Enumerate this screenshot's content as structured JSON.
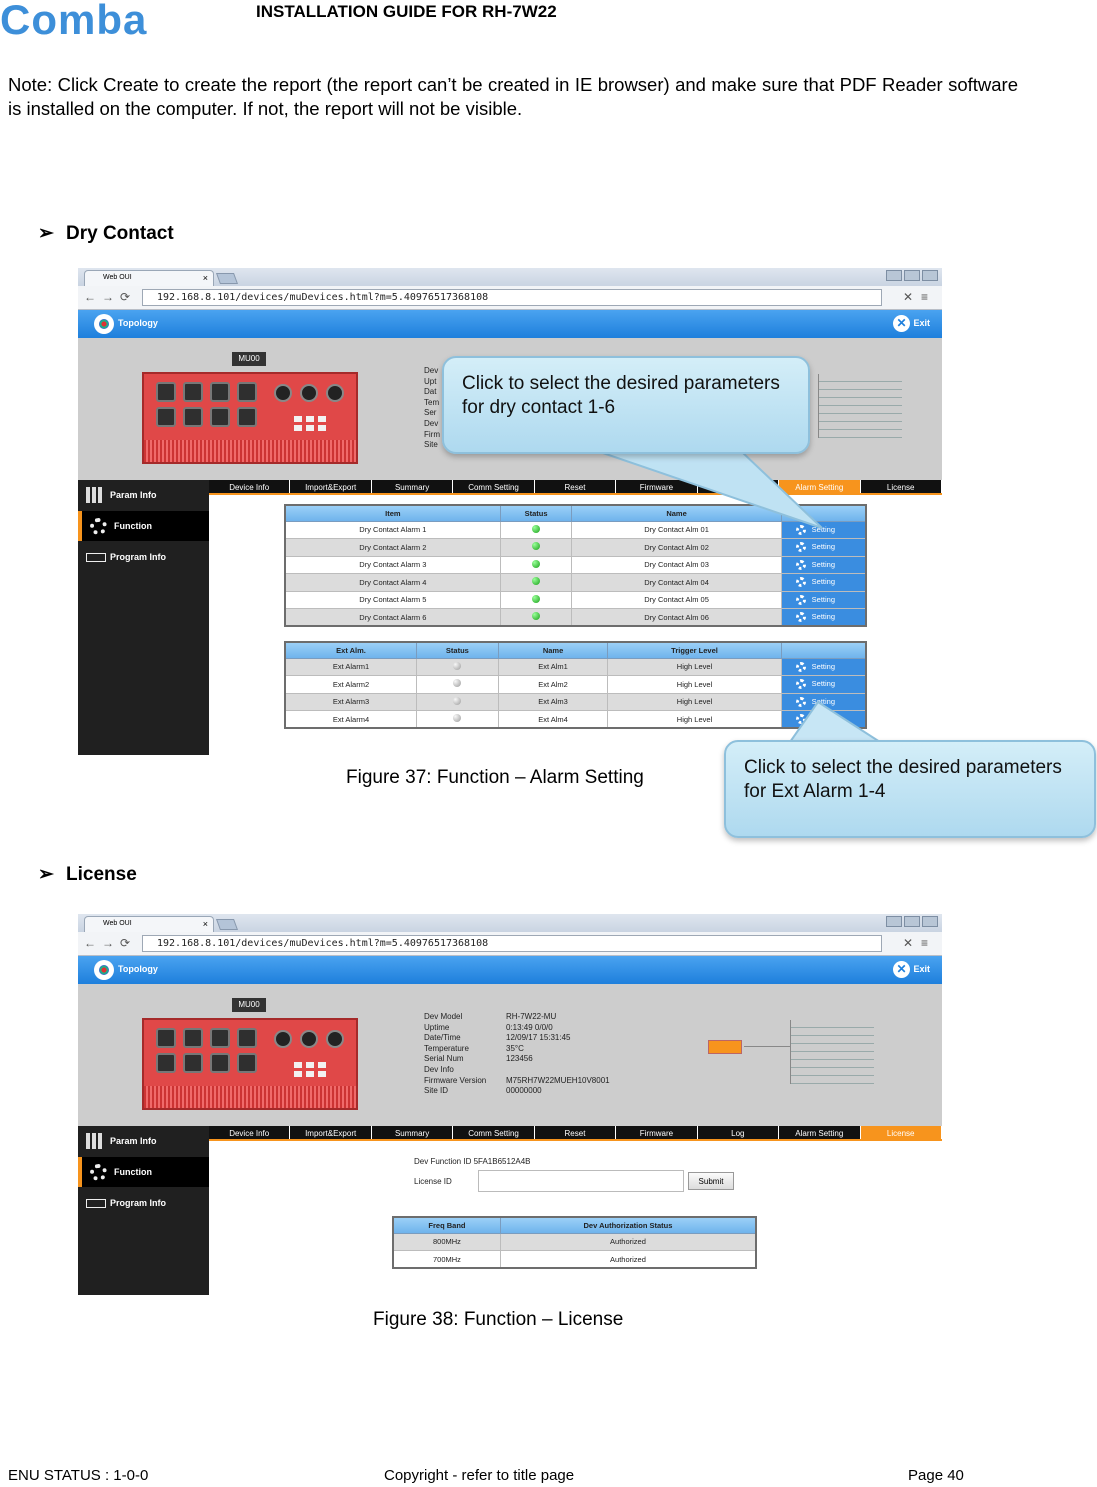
{
  "header": {
    "logo_text": "Comba",
    "title": "INSTALLATION GUIDE FOR RH-7W22"
  },
  "note": "Note: Click Create to create the report (the report can’t be created in IE browser) and make sure that PDF Reader software is installed on the computer. If not, the report will not be visible.",
  "sections": {
    "dry_contact": "Dry Contact",
    "license": "License"
  },
  "browser": {
    "tab_title": "Web OUI",
    "tab_close": "×",
    "url": "192.168.8.101/devices/muDevices.html?m=5.40976517368108",
    "topology_label": "Topology",
    "exit_label": "Exit",
    "device_label": "MU00",
    "sidebar": [
      "Param Info",
      "Function",
      "Program Info"
    ],
    "subtabs": [
      "Device Info",
      "Import&Export",
      "Summary",
      "Comm Setting",
      "Reset",
      "Firmware",
      "Log",
      "Alarm Setting",
      "License"
    ]
  },
  "figure1": {
    "devinfo_partial": [
      "Dev",
      "Upt",
      "Dat",
      "Tem",
      "Ser",
      "Dev",
      "Firm",
      "Site"
    ],
    "dry_headers": [
      "Item",
      "Status",
      "Name",
      ""
    ],
    "dry_rows": [
      [
        "Dry Contact Alarm 1",
        "Dry Contact Alm 01",
        "Setting"
      ],
      [
        "Dry Contact Alarm 2",
        "Dry Contact Alm 02",
        "Setting"
      ],
      [
        "Dry Contact Alarm 3",
        "Dry Contact Alm 03",
        "Setting"
      ],
      [
        "Dry Contact Alarm 4",
        "Dry Contact Alm 04",
        "Setting"
      ],
      [
        "Dry Contact Alarm 5",
        "Dry Contact Alm 05",
        "Setting"
      ],
      [
        "Dry Contact Alarm 6",
        "Dry Contact Alm 06",
        "Setting"
      ]
    ],
    "ext_headers": [
      "Ext Alm.",
      "Status",
      "Name",
      "Trigger Level",
      ""
    ],
    "ext_rows": [
      [
        "Ext Alarm1",
        "Ext Alm1",
        "High Level",
        "Setting"
      ],
      [
        "Ext Alarm2",
        "Ext Alm2",
        "High Level",
        "Setting"
      ],
      [
        "Ext Alarm3",
        "Ext Alm3",
        "High Level",
        "Setting"
      ],
      [
        "Ext Alarm4",
        "Ext Alm4",
        "High Level",
        ""
      ]
    ],
    "callout_dry": "Click to select the desired parameters for dry contact 1-6",
    "callout_ext": "Click to select the desired parameters for Ext Alarm 1-4",
    "caption": "Figure 37: Function – Alarm Setting"
  },
  "figure2": {
    "devinfo": [
      [
        "Dev Model",
        "RH-7W22-MU"
      ],
      [
        "Uptime",
        "0:13:49 0/0/0"
      ],
      [
        "Date/Time",
        "12/09/17 15:31:45"
      ],
      [
        "Temperature",
        "35°C"
      ],
      [
        "Serial Num",
        "123456"
      ],
      [
        "Dev Info",
        ""
      ],
      [
        "Firmware Version",
        "M75RH7W22MUEH10V8001"
      ],
      [
        "Site ID",
        "00000000"
      ]
    ],
    "function_id": "Dev Function ID 5FA1B6512A4B",
    "license_id_label": "License ID",
    "submit": "Submit",
    "band_headers": [
      "Freq Band",
      "Dev Authorization Status"
    ],
    "band_rows": [
      [
        "800MHz",
        "Authorized"
      ],
      [
        "700MHz",
        "Authorized"
      ]
    ],
    "caption": "Figure 38: Function – License"
  },
  "footer": {
    "status": "ENU STATUS : 1-0-0",
    "copyright": "Copyright - refer to title page",
    "page": "Page 40"
  },
  "colors": {
    "brand_blue": "#1e7fdc",
    "accent_orange": "#f7941d",
    "device_red": "#e04848"
  }
}
